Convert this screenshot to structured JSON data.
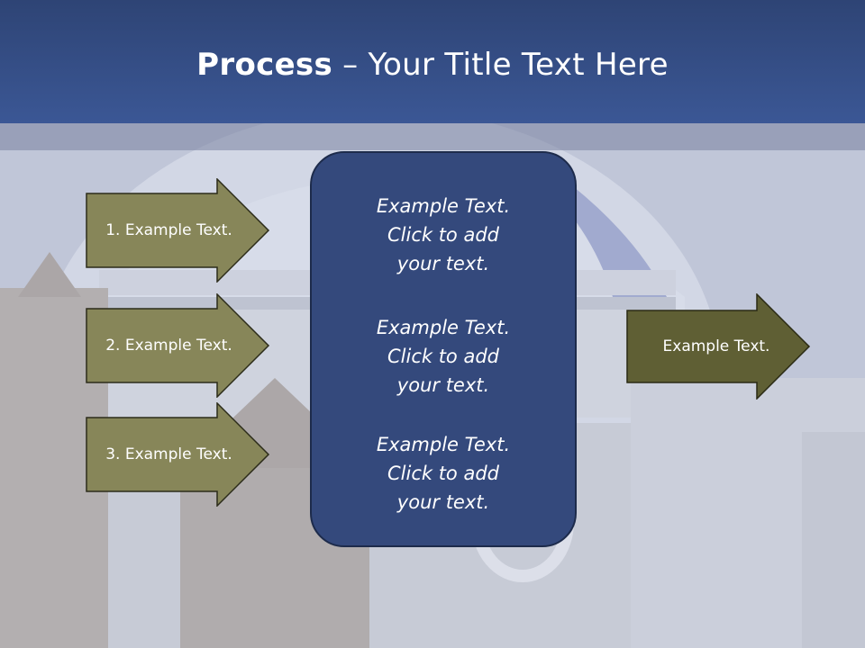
{
  "title": {
    "bold": "Process",
    "rest": " – Your Title Text Here"
  },
  "left_arrows": [
    {
      "label": "1. Example Text."
    },
    {
      "label": "2. Example Text."
    },
    {
      "label": "3. Example Text."
    }
  ],
  "center_box": {
    "paragraphs": [
      {
        "line1": "Example Text.",
        "line2": "Click  to add",
        "line3": "your text."
      },
      {
        "line1": "Example Text.",
        "line2": "Click  to add",
        "line3": "your text."
      },
      {
        "line1": "Example Text.",
        "line2": "Click  to add",
        "line3": "your text."
      }
    ]
  },
  "right_arrow": {
    "label": "Example Text."
  },
  "colors": {
    "title_bar": "#3b5795",
    "left_arrow_fill": "#878659",
    "right_arrow_fill": "#5f5f34",
    "center_box_fill": "#34497c"
  }
}
